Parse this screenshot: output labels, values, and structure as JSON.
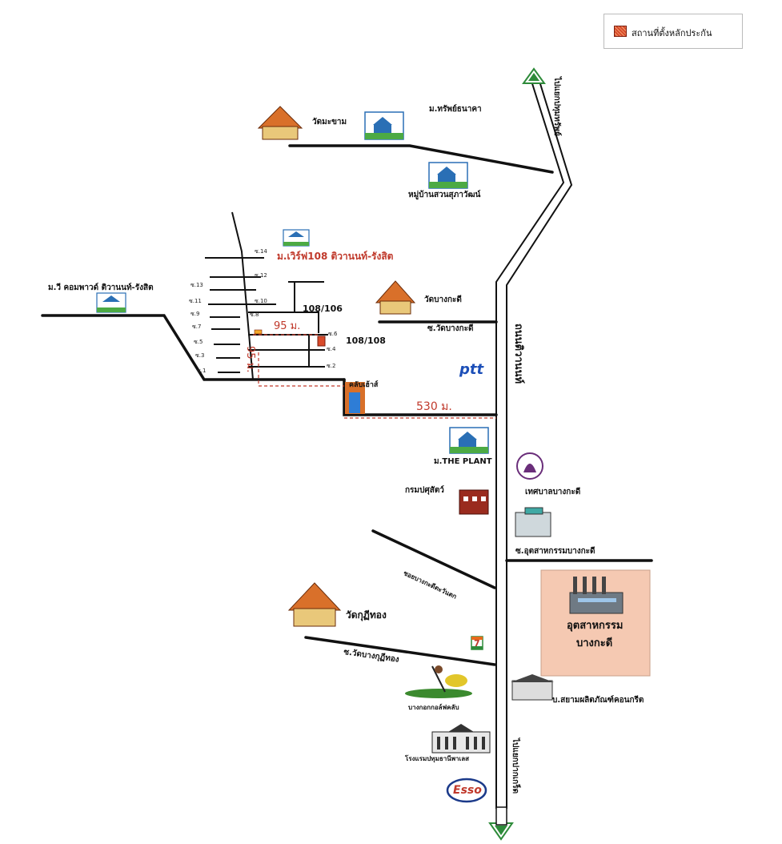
{
  "legend": {
    "label": "สถานที่ตั้งหลักประกัน",
    "swatch_color": "#d94b2b"
  },
  "roads": {
    "main_road": "ถนนติวานนท์",
    "to_north": "ไปแยกปทุมทรัพย์",
    "to_south": "ไปแยกปากเกร็ด",
    "soi_wat_bang_kadi": "ซ.วัดบางกะดี",
    "soi_wat_bang_kut_thong": "ซ.วัดบางกุฏีทอง",
    "soi_bang_kadi_industrial": "ซ.อุตสาหกรรมบางกะดี",
    "soi_bang_kadi_diagonal": "ซอยบางกะดีตะวันตก"
  },
  "places": {
    "wat_makham": "วัดมะขาม",
    "m_sap_thanakha": "ม.ทรัพย์ธนาคา",
    "suan_sukawat": "หมู่บ้านสวนสุภาวัฒน์",
    "m_verve_108": "ม.เวิร์ฟ108 ติวานนท์-รังสิต",
    "m_v_compound": "ม.วี คอมพาวด์ ติวานนท์-รังสิต",
    "wat_bang_kadi": "วัดบางกะดี",
    "ptt": "ptt",
    "club": "คลับเฮ้าส์",
    "m_the_plant": "ม.THE PLANT",
    "livestock_dept": "กรมปศุสัตว์",
    "bang_kadi_municipality": "เทศบาลบางกะดี",
    "industrial_estate_line1": "อุตสาหกรรม",
    "industrial_estate_line2": "บางกะดี",
    "wat_kut_thong": "วัดกุฏีทอง",
    "seven_eleven": "7",
    "bangkok_golf": "บางกอกกอล์ฟคลับ",
    "siam_concrete": "บ.สยามผลิตภัณฑ์คอนกรีต",
    "pathum_hotel": "โรงแรมปทุมธานีพาเลส",
    "esso": "Esso"
  },
  "property": {
    "house_no_1": "108/106",
    "house_no_2": "108/108",
    "distance_alley": "95 ม.",
    "distance_side": "95 ม.",
    "distance_main": "530 ม."
  },
  "alleys": {
    "a1": "ซ.1",
    "a2": "ซ.2",
    "a3": "ซ.3",
    "a4": "ซ.4",
    "a5": "ซ.5",
    "a6": "ซ.6",
    "a7": "ซ.7",
    "a8": "ซ.8",
    "a9": "ซ.9",
    "a10": "ซ.10",
    "a11": "ซ.11",
    "a12": "ซ.12",
    "a13": "ซ.13",
    "a14": "ซ.14"
  },
  "colors": {
    "road": "#111111",
    "main_road_fill": "#ffffff",
    "arrow_green": "#2e8b3a",
    "measure_red": "#c0392b",
    "estate_fill": "#f5c9b2",
    "temple_roof": "#d9702a",
    "village_icon": "#2a6fb5"
  }
}
